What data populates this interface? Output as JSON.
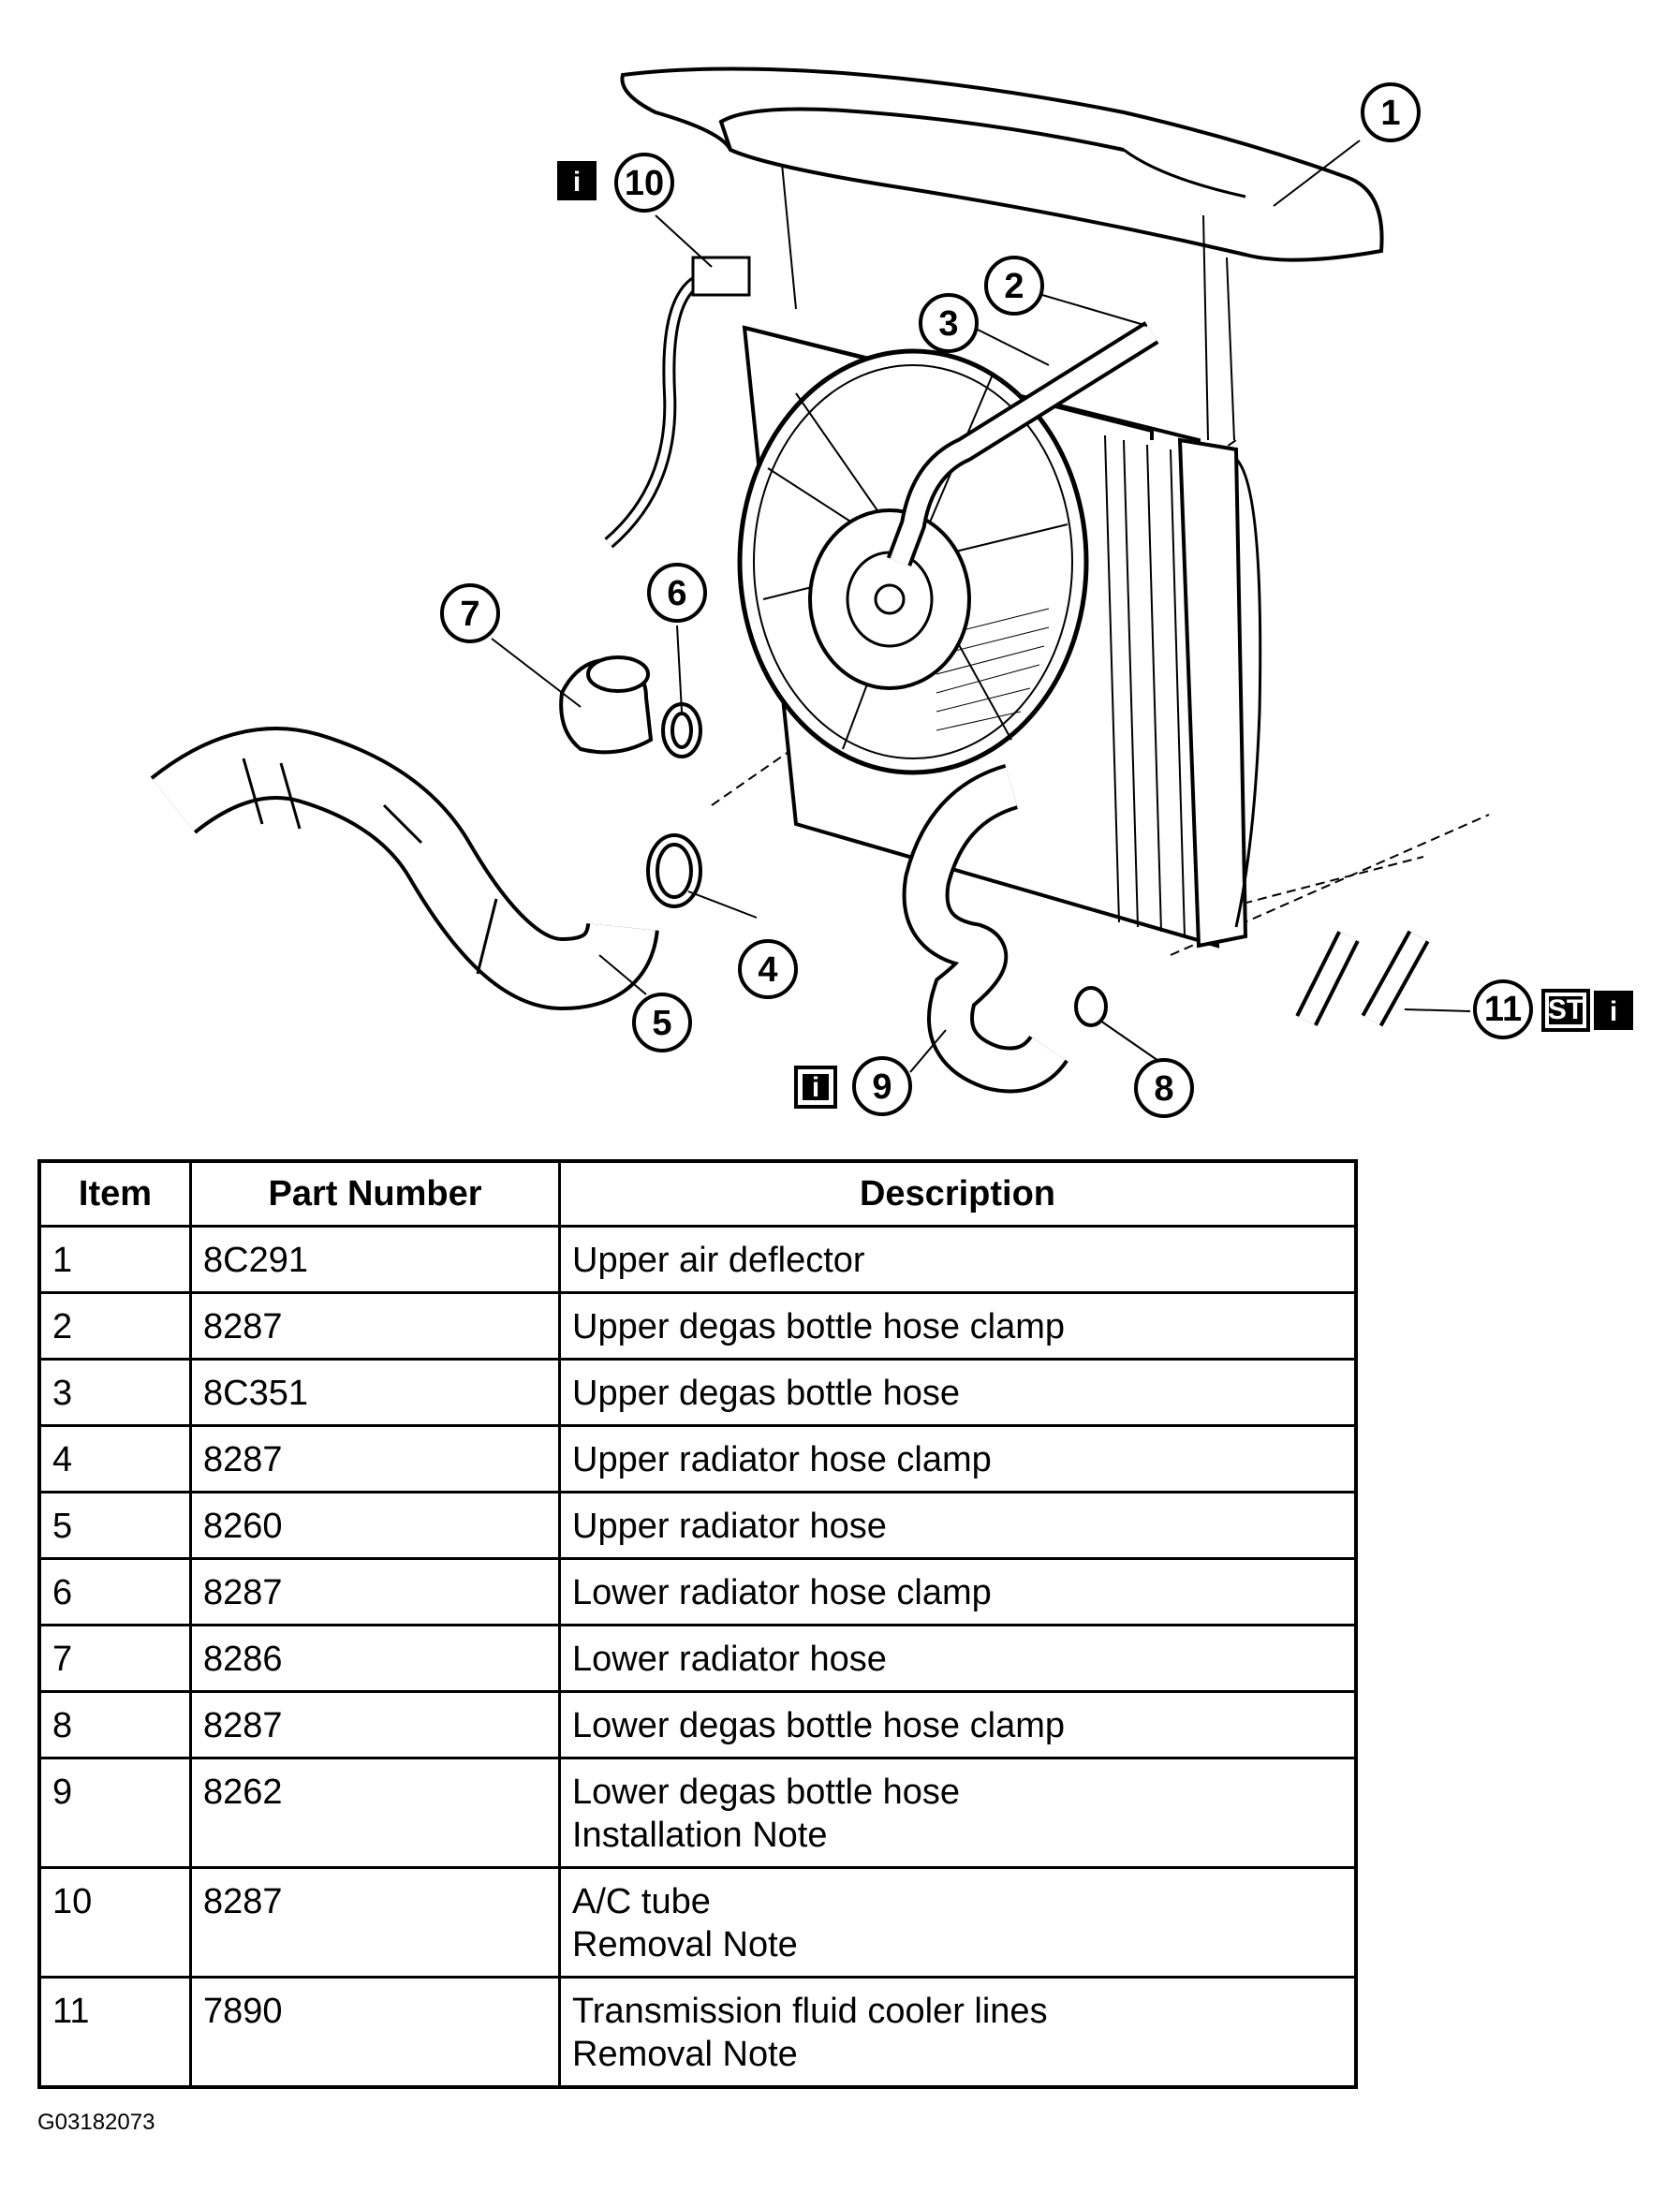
{
  "diagram": {
    "callouts": [
      "1",
      "2",
      "3",
      "4",
      "5",
      "6",
      "7",
      "8",
      "9",
      "10",
      "11"
    ],
    "badges": {
      "info": "i",
      "special_tool": "ST"
    }
  },
  "table": {
    "headers": {
      "item": "Item",
      "part_number": "Part Number",
      "description": "Description"
    },
    "rows": [
      {
        "item": "1",
        "part": "8C291",
        "desc": [
          "Upper air deflector"
        ]
      },
      {
        "item": "2",
        "part": "8287",
        "desc": [
          "Upper degas bottle hose clamp"
        ]
      },
      {
        "item": "3",
        "part": "8C351",
        "desc": [
          "Upper degas bottle hose"
        ]
      },
      {
        "item": "4",
        "part": "8287",
        "desc": [
          "Upper radiator hose clamp"
        ]
      },
      {
        "item": "5",
        "part": "8260",
        "desc": [
          "Upper radiator hose"
        ]
      },
      {
        "item": "6",
        "part": "8287",
        "desc": [
          "Lower radiator hose clamp"
        ]
      },
      {
        "item": "7",
        "part": "8286",
        "desc": [
          "Lower radiator hose"
        ]
      },
      {
        "item": "8",
        "part": "8287",
        "desc": [
          "Lower degas bottle hose clamp"
        ]
      },
      {
        "item": "9",
        "part": "8262",
        "desc": [
          "Lower degas bottle hose",
          "Installation Note"
        ]
      },
      {
        "item": "10",
        "part": "8287",
        "desc": [
          "A/C tube",
          "Removal Note"
        ]
      },
      {
        "item": "11",
        "part": "7890",
        "desc": [
          "Transmission fluid cooler lines",
          "Removal Note"
        ]
      }
    ]
  },
  "figure_id": "G03182073"
}
